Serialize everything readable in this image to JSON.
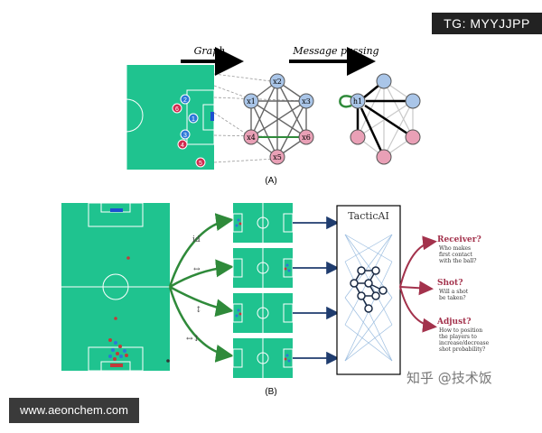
{
  "watermark_top": "TG: MYYJJPP",
  "watermark_bottom": "www.aeonchem.com",
  "watermark_zh": "知乎 @技术饭",
  "panel_a": {
    "arrow_graph": "Graph",
    "arrow_message": "Message passing",
    "caption": "(A)",
    "graph_nodes": [
      "x2",
      "x3",
      "x4",
      "x5",
      "x6",
      "x1"
    ],
    "hub_node": "h1",
    "pitch_blue_numbers": [
      "2",
      "1",
      "3"
    ],
    "pitch_red_numbers": [
      "6",
      "4",
      "5"
    ]
  },
  "panel_b": {
    "caption": "(B)",
    "transforms": [
      "id",
      "↔",
      "↕",
      "↔↕"
    ],
    "model_name": "TacticAI",
    "outputs": [
      {
        "title": "Receiver?",
        "desc": [
          "Who makes",
          "first contact",
          "with the ball?"
        ]
      },
      {
        "title": "Shot?",
        "desc": [
          "Will a shot",
          "be taken?"
        ]
      },
      {
        "title": "Adjust?",
        "desc": [
          "How to position",
          "the players to",
          "increase/decrease",
          "shot probability?"
        ]
      }
    ]
  },
  "colors": {
    "pitch": "#1fc38f",
    "blue_node": "#a9c5e8",
    "red_node": "#e9a0b6",
    "arrow_green": "#2f8a3a",
    "output_red": "#a3324c",
    "network_blue": "#9bbde0"
  }
}
